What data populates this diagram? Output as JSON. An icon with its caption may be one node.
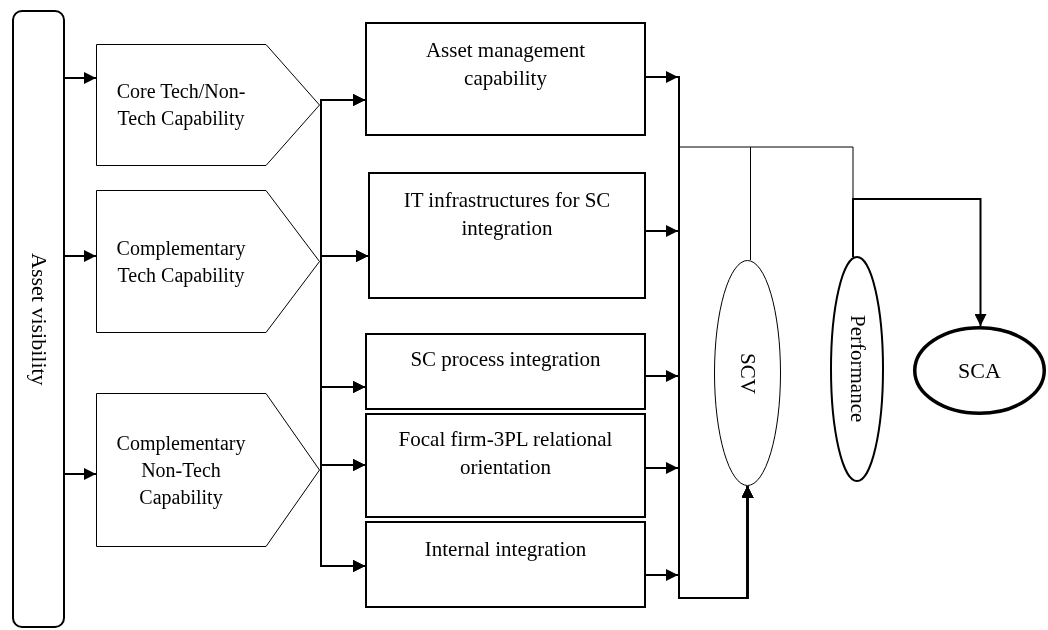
{
  "diagram": {
    "nodes": [
      {
        "text": [
          "Asset visibility"
        ]
      },
      {
        "text": [
          "Core Tech/Non-Tech Capability"
        ]
      },
      {
        "text": [
          "Complementary Tech Capability"
        ]
      },
      {
        "text": [
          "Complementary Non-Tech Capability"
        ]
      },
      {
        "text": [
          "Asset management capability"
        ]
      },
      {
        "text": [
          "IT infrastructures for SC integration"
        ]
      },
      {
        "text": [
          "SC process integration"
        ]
      },
      {
        "text": [
          "Focal firm-3PL relational orientation"
        ]
      },
      {
        "text": [
          "Internal integration"
        ]
      },
      {
        "text": [
          "SCV"
        ]
      },
      {
        "text": [
          "Performance"
        ]
      },
      {
        "text": [
          "SCA"
        ]
      }
    ],
    "edges": [
      {
        "from": 0,
        "to": 1,
        "arrow": "to"
      },
      {
        "from": 0,
        "to": 2,
        "arrow": "to"
      },
      {
        "from": 0,
        "to": 3,
        "arrow": "to"
      },
      {
        "from": 1,
        "to": 4,
        "arrow": "to"
      },
      {
        "from": 1,
        "to": 5,
        "arrow": "to"
      },
      {
        "from": 1,
        "to": 6,
        "arrow": "to"
      },
      {
        "from": 1,
        "to": 7,
        "arrow": "to"
      },
      {
        "from": 1,
        "to": 8,
        "arrow": "to"
      },
      {
        "from": 2,
        "to": 4,
        "arrow": "to"
      },
      {
        "from": 2,
        "to": 5,
        "arrow": "to"
      },
      {
        "from": 2,
        "to": 6,
        "arrow": "to"
      },
      {
        "from": 2,
        "to": 7,
        "arrow": "to"
      },
      {
        "from": 2,
        "to": 8,
        "arrow": "to"
      },
      {
        "from": 3,
        "to": 4,
        "arrow": "to"
      },
      {
        "from": 3,
        "to": 5,
        "arrow": "to"
      },
      {
        "from": 3,
        "to": 6,
        "arrow": "to"
      },
      {
        "from": 3,
        "to": 7,
        "arrow": "to"
      },
      {
        "from": 3,
        "to": 8,
        "arrow": "to"
      },
      {
        "from": 4,
        "to": 9,
        "arrow": "to"
      },
      {
        "from": 5,
        "to": 9,
        "arrow": "to"
      },
      {
        "from": 6,
        "to": 9,
        "arrow": "to"
      },
      {
        "from": 7,
        "to": 9,
        "arrow": "to"
      },
      {
        "from": 8,
        "to": 9,
        "arrow": "to"
      },
      {
        "from": 9,
        "to": 10,
        "arrow": "none"
      },
      {
        "from": 10,
        "to": 11,
        "arrow": "to"
      }
    ]
  }
}
